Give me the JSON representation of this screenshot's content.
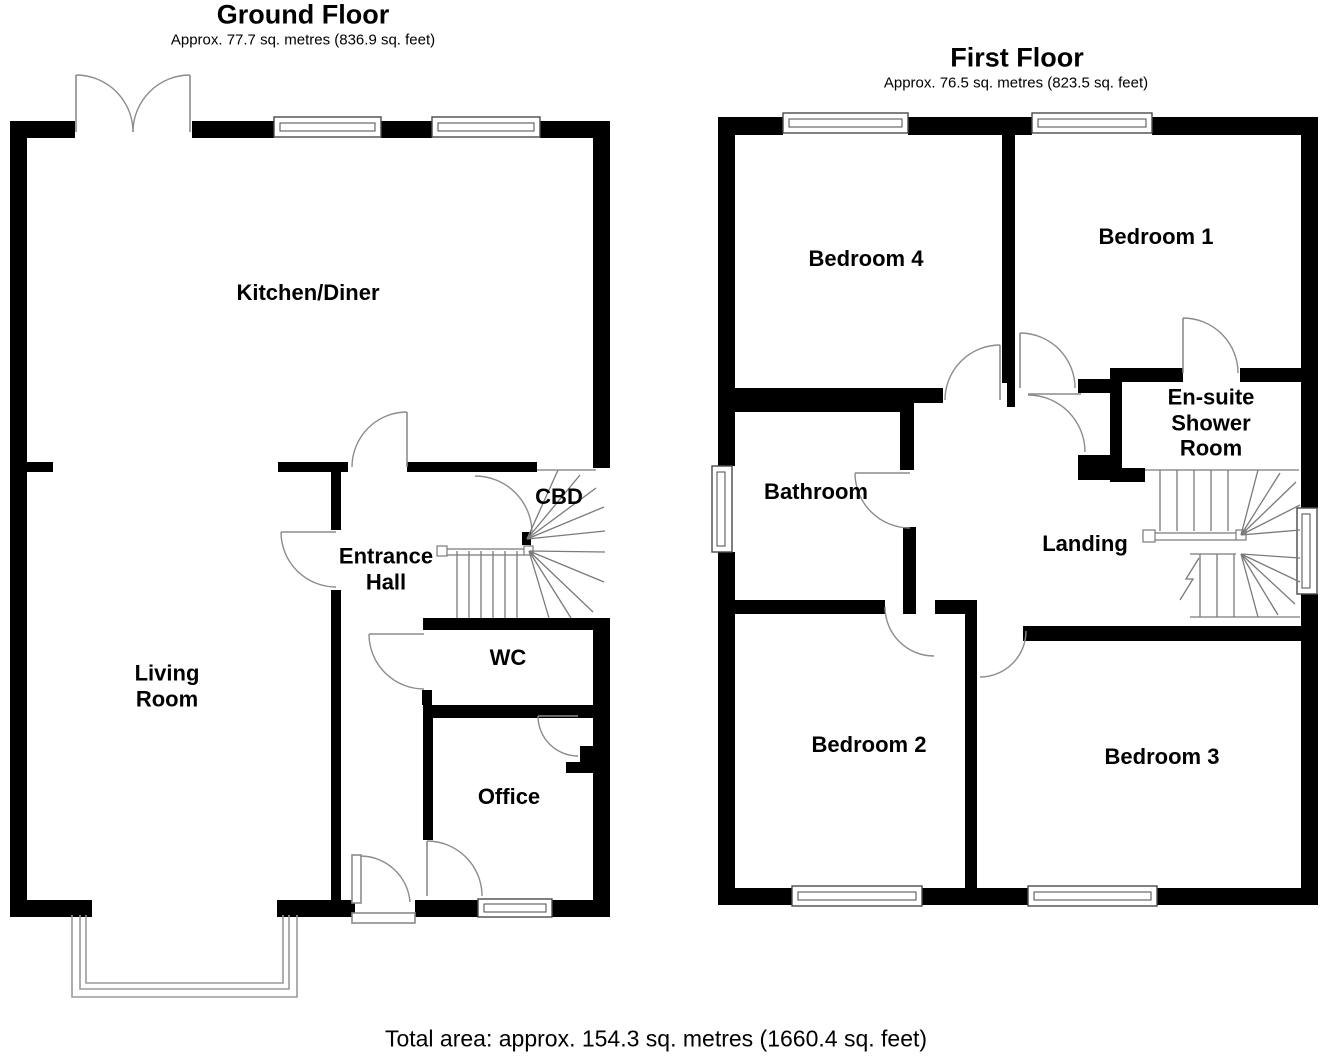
{
  "colors": {
    "background": "#ffffff",
    "wall": "#000000",
    "door_arc": "#8c8c8c",
    "stair_line": "#7a7a7a",
    "text": "#000000"
  },
  "ground_floor": {
    "title": "Ground Floor",
    "area_label": "Approx. 77.7 sq. metres (836.9 sq. feet)",
    "rooms": {
      "kitchen_diner": "Kitchen/Diner",
      "living_room": "Living\nRoom",
      "entrance_hall": "Entrance\nHall",
      "cbd": "CBD",
      "wc": "WC",
      "office": "Office"
    }
  },
  "first_floor": {
    "title": "First Floor",
    "area_label": "Approx. 76.5 sq. metres (823.5 sq. feet)",
    "rooms": {
      "bedroom_4": "Bedroom 4",
      "bedroom_1": "Bedroom 1",
      "ensuite": "En-suite\nShower\nRoom",
      "bathroom": "Bathroom",
      "landing": "Landing",
      "bedroom_2": "Bedroom 2",
      "bedroom_3": "Bedroom 3"
    }
  },
  "footer": {
    "total_area": "Total area: approx. 154.3 sq. metres (1660.4 sq. feet)"
  }
}
